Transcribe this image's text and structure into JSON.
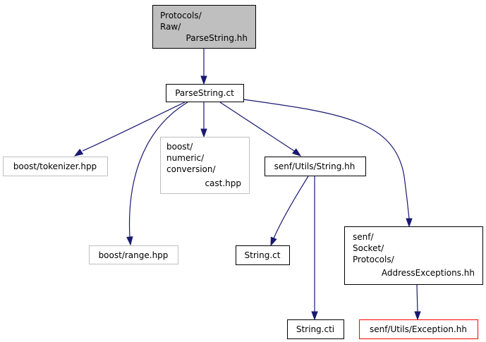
{
  "diagram": {
    "colors": {
      "edge": "#191970",
      "root_fill": "#bfbfbf",
      "node_stroke": "#000000",
      "external_stroke": "#bfbfbf",
      "missing_stroke": "#ff0000"
    },
    "nodes": [
      {
        "id": "parsestring-hh",
        "lines": [
          "Protocols/",
          "Raw/",
          "ParseString.hh"
        ],
        "kind": "root"
      },
      {
        "id": "parsestring-ct",
        "lines": [
          "ParseString.ct"
        ],
        "kind": "file"
      },
      {
        "id": "boost-tokenizer",
        "lines": [
          "boost/tokenizer.hpp"
        ],
        "kind": "external"
      },
      {
        "id": "boost-numeric-cast",
        "lines": [
          "boost/",
          "numeric/",
          "conversion/",
          "cast.hpp"
        ],
        "kind": "external"
      },
      {
        "id": "senf-utils-string-hh",
        "lines": [
          "senf/Utils/String.hh"
        ],
        "kind": "file"
      },
      {
        "id": "address-exceptions",
        "lines": [
          "senf/",
          "Socket/",
          "Protocols/",
          "AddressExceptions.hh"
        ],
        "kind": "file"
      },
      {
        "id": "boost-range",
        "lines": [
          "boost/range.hpp"
        ],
        "kind": "external"
      },
      {
        "id": "string-ct",
        "lines": [
          "String.ct"
        ],
        "kind": "file"
      },
      {
        "id": "string-cti",
        "lines": [
          "String.cti"
        ],
        "kind": "file"
      },
      {
        "id": "senf-utils-exception",
        "lines": [
          "senf/Utils/Exception.hh"
        ],
        "kind": "missing"
      }
    ],
    "edges": [
      {
        "from": "parsestring-hh",
        "to": "parsestring-ct"
      },
      {
        "from": "parsestring-ct",
        "to": "boost-tokenizer"
      },
      {
        "from": "parsestring-ct",
        "to": "boost-range"
      },
      {
        "from": "parsestring-ct",
        "to": "boost-numeric-cast"
      },
      {
        "from": "parsestring-ct",
        "to": "senf-utils-string-hh"
      },
      {
        "from": "parsestring-ct",
        "to": "address-exceptions"
      },
      {
        "from": "senf-utils-string-hh",
        "to": "string-ct"
      },
      {
        "from": "senf-utils-string-hh",
        "to": "string-cti"
      },
      {
        "from": "address-exceptions",
        "to": "senf-utils-exception"
      }
    ]
  }
}
